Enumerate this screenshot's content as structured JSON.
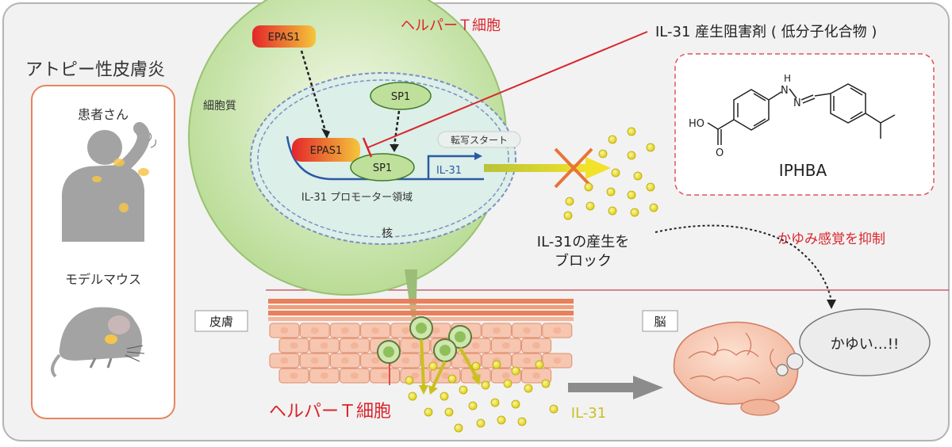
{
  "title": "アトピー性皮膚炎",
  "patient_label": "患者さん",
  "mouse_label": "モデルマウス",
  "cell": {
    "title": "ヘルパーＴ細胞",
    "cytoplasm": "細胞質",
    "nucleus": "核",
    "promoter_region": "IL-31 プロモーター領域",
    "transcription_start": "転写スタート",
    "epas1": "EPAS1",
    "sp1": "SP1",
    "il31_gene": "IL-31"
  },
  "inhibitor": {
    "label": "IL-31 産生阻害剤 ( 低分子化合物 )",
    "compound": "IPHBA",
    "ho": "HO",
    "o": "O",
    "n": "N",
    "h": "H"
  },
  "block_text_1": "IL-31の産生を",
  "block_text_2": "ブロック",
  "itch_suppress": "かゆみ感覚を抑制",
  "skin_label": "皮膚",
  "brain_label": "脳",
  "itch_speech": "かゆい…!!",
  "helper_cell_label": "ヘルパーＴ細胞",
  "il31_label": "IL-31",
  "colors": {
    "red": "#d9262c",
    "cell_green": "#cfe6b0",
    "nucleus_blue": "#dcefe8",
    "il31_yellow": "#f2e22a",
    "dashed_red": "#e0525a",
    "orange_box": "#e8845c",
    "blue_line": "#2b59a6"
  }
}
